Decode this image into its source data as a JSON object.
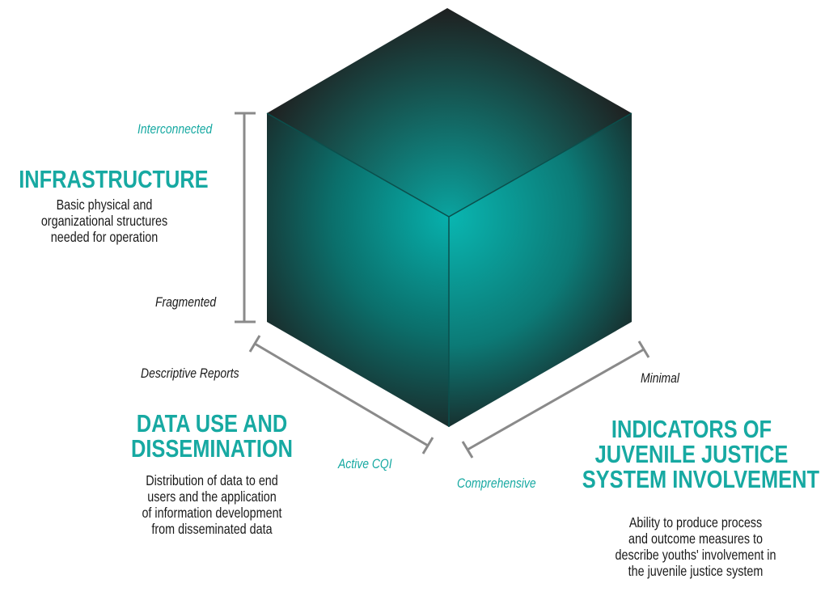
{
  "colors": {
    "accent": "#17a9a2",
    "cube_dark": "#1f1f1f",
    "cube_light": "#0aa9a6",
    "axis_gray": "#8a8a8a"
  },
  "infrastructure": {
    "title": "INFRASTRUCTURE",
    "description": [
      "Basic physical and",
      "organizational structures",
      "needed for operation"
    ],
    "high_label": "Interconnected",
    "low_label": "Fragmented"
  },
  "data_use": {
    "title": [
      "DATA USE AND",
      "DISSEMINATION"
    ],
    "description": [
      "Distribution of data to end",
      "users and the application",
      "of information development",
      "from disseminated data"
    ],
    "start_label": "Descriptive Reports",
    "end_label": "Active CQI"
  },
  "indicators": {
    "title": [
      "INDICATORS OF",
      "JUVENILE JUSTICE",
      "SYSTEM INVOLVEMENT"
    ],
    "description": [
      "Ability to produce process",
      "and outcome measures to",
      "describe youths' involvement in",
      "the juvenile justice system"
    ],
    "start_label": "Comprehensive",
    "end_label": "Minimal"
  }
}
